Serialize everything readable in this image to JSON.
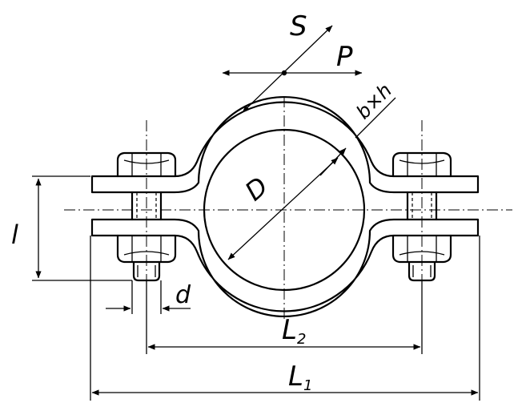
{
  "labels": {
    "S": "S",
    "P": "P",
    "bh": "b×h",
    "D": "D",
    "l": "l",
    "d": "d",
    "L2_main": "L",
    "L2_sub": "2",
    "L1_main": "L",
    "L1_sub": "1"
  }
}
